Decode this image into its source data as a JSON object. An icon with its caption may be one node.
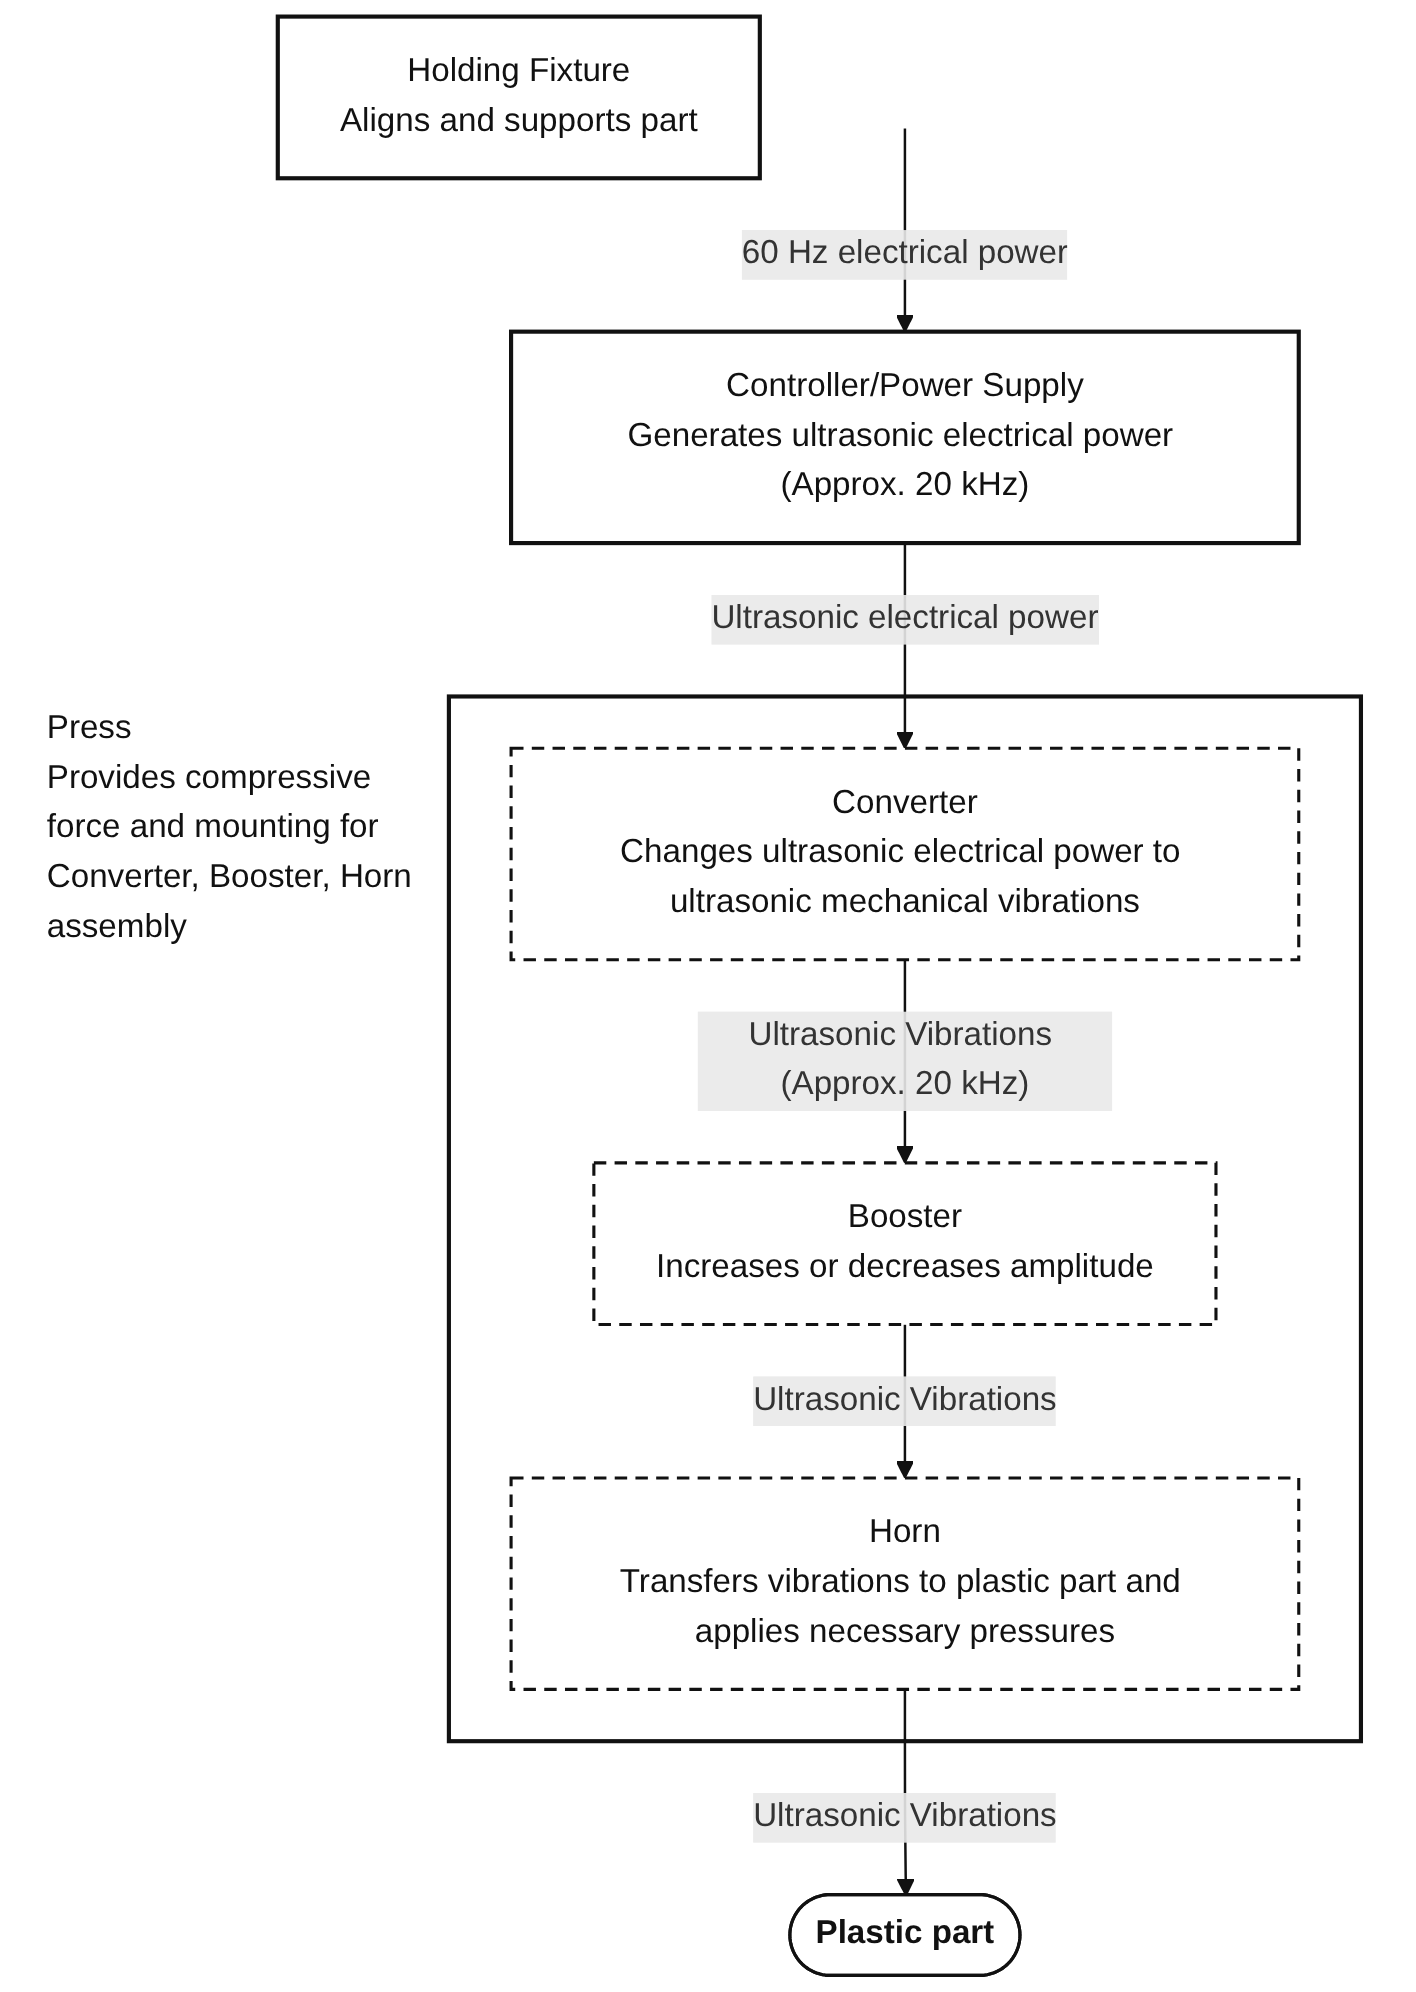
{
  "diagram": {
    "nodes": [
      {
        "text": [
          "Controller/Power Supply",
          "Generates ultrasonic electrical power (Approx. 20 kHz)"
        ]
      },
      {
        "text": [
          "Press",
          "Provides compressive force and mounting for Converter, Booster, Horn assembly"
        ]
      },
      {
        "text": [
          "Converter",
          "Changes ultrasonic electrical power to ultrasonic mechanical vibrations"
        ],
        "in": 1
      },
      {
        "text": [
          "Booster",
          "Increases or decreases amplitude"
        ],
        "in": 1
      },
      {
        "text": [
          "Horn",
          "Transfers vibrations to plastic part and applies necessary pressures"
        ],
        "in": 1
      },
      {
        "text": [
          "Holding Fixture",
          "Aligns and supports part"
        ]
      },
      {
        "text": [
          "Plastic part"
        ]
      }
    ],
    "edges": [
      {
        "from": null,
        "to": 0,
        "arrow": "to",
        "label": "60 Hz electrical power"
      },
      {
        "from": 0,
        "to": 2,
        "arrow": "to",
        "label": "Ultrasonic electrical power"
      },
      {
        "from": 2,
        "to": 3,
        "arrow": "to",
        "label": "Ultrasonic Vibrations (Approx. 20 kHz)"
      },
      {
        "from": 3,
        "to": 4,
        "arrow": "to",
        "label": "Ultrasonic Vibrations"
      },
      {
        "from": 4,
        "to": 6,
        "arrow": "to",
        "label": "Ultrasonic Vibrations"
      }
    ]
  }
}
